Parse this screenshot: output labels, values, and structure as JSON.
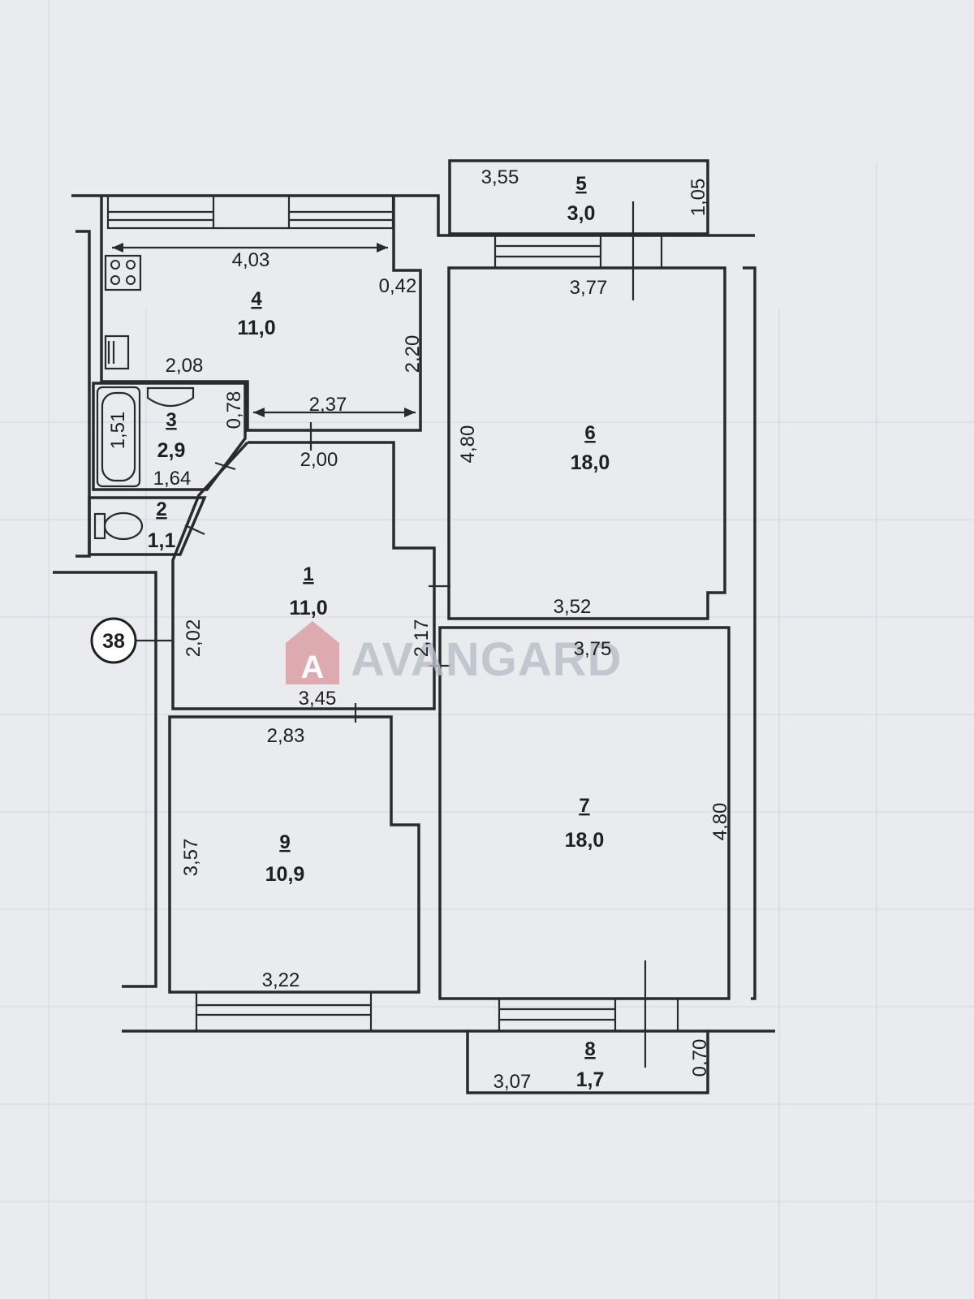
{
  "plan": {
    "marker": "38",
    "watermark": {
      "text": "AVANGARD",
      "logo_letter": "A"
    },
    "rooms": [
      {
        "num": "1",
        "area": "11,0"
      },
      {
        "num": "2",
        "area": "1,1"
      },
      {
        "num": "3",
        "area": "2,9"
      },
      {
        "num": "4",
        "area": "11,0"
      },
      {
        "num": "5",
        "area": "3,0"
      },
      {
        "num": "6",
        "area": "18,0"
      },
      {
        "num": "7",
        "area": "18,0"
      },
      {
        "num": "8",
        "area": "1,7"
      },
      {
        "num": "9",
        "area": "10,9"
      }
    ],
    "dims": {
      "balcony5_len": "3,55",
      "balcony5_w": "1,05",
      "kitchen_top": "4,03",
      "kitchen_niche": "0,42",
      "kitchen_side": "2,20",
      "kitchen_bottom": "2,37",
      "bath_top": "2,08",
      "bath_side": "1,51",
      "bath_right": "0,78",
      "bath_bottom": "1,64",
      "hall_top": "2,00",
      "hall_left": "2,02",
      "hall_right": "2,17",
      "hall_bottom": "3,45",
      "room6_top": "3,77",
      "room6_side": "4,80",
      "room6_bottom": "3,52",
      "room7_top": "3,75",
      "room7_side": "4,80",
      "room9_top": "2,83",
      "room9_side": "3,57",
      "room9_bottom": "3,22",
      "balcony8_len": "3,07",
      "balcony8_w": "0,70"
    }
  }
}
